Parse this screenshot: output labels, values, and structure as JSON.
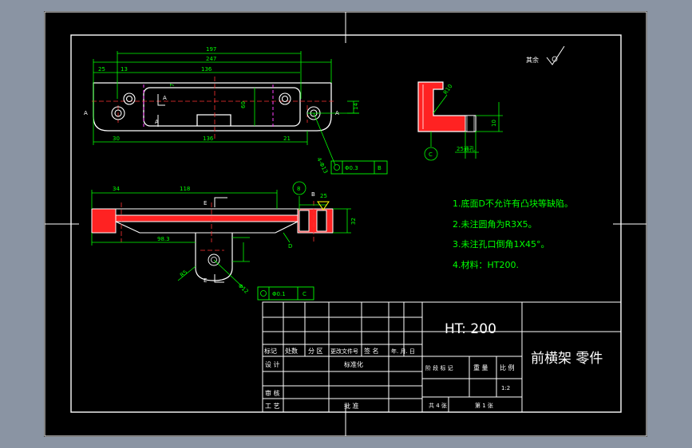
{
  "colors": {
    "background": "#8a94a3",
    "sheet": "#000000",
    "border": "#ffffff",
    "geometry": "#ffffff",
    "dimension": "#00ff00",
    "centerline": "#ff3333",
    "hidden": "#ff40ff",
    "note_text": "#00ff00",
    "symbol": "#ffff00",
    "section_fill": "#ff2222"
  },
  "top_view": {
    "dims": [
      "197",
      "247",
      "25",
      "13",
      "136",
      "30",
      "136",
      "21",
      "60",
      "14",
      "7"
    ],
    "hole_callout": "4-Φ13",
    "tolerance": [
      "Φ0.3",
      "B"
    ],
    "section_marks": [
      "A",
      "A",
      "A",
      "A"
    ]
  },
  "side_view": {
    "dims": [
      "R10",
      "25通孔",
      "10"
    ],
    "datum": "C"
  },
  "front_view": {
    "dims": [
      "34",
      "118",
      "98.3",
      "R5",
      "Φ12",
      "25",
      "32",
      "8"
    ],
    "section_mark": "E",
    "datum": "D",
    "tolerance": [
      "Φ0.1",
      "C"
    ],
    "surface_mark": "B"
  },
  "roughness_note": "其余",
  "notes": [
    "1.底面D不允许有凸块等缺陷。",
    "2.未注圆角为R3X5。",
    "3.未注孔口倒角1X45°。",
    "4.材料：HT200."
  ],
  "title_block": {
    "material": "HT: 200",
    "part_name": "前横架 零件",
    "headers": [
      "标记",
      "处数",
      "分 区",
      "更改文件号",
      "签 名",
      "年. 月. 日"
    ],
    "row_design": [
      "设 计",
      "标准化"
    ],
    "row_stage": [
      "阶 段 标 记",
      "重 量",
      "比 例"
    ],
    "scale": "1:2",
    "row_check": "审 核",
    "row_process": [
      "工 艺",
      "批 准"
    ],
    "sheets": [
      "共 4 张",
      "第 1 张"
    ]
  }
}
